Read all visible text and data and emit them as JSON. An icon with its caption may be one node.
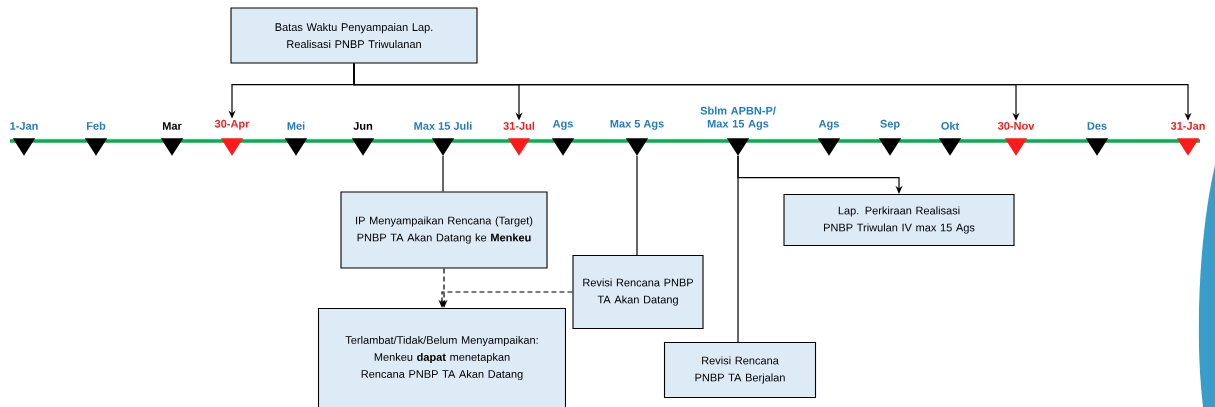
{
  "diagram": {
    "nodes": [
      {
        "text": [
          "Batas Waktu Penyampaian Lap. Realisasi PNBP Triwulanan"
        ]
      },
      {
        "text": [
          "1-Jan"
        ]
      },
      {
        "text": [
          "Feb"
        ]
      },
      {
        "text": [
          "Mar"
        ]
      },
      {
        "text": [
          "30-Apr"
        ]
      },
      {
        "text": [
          "Mei"
        ]
      },
      {
        "text": [
          "Jun"
        ]
      },
      {
        "text": [
          "Max 15 Juli"
        ]
      },
      {
        "text": [
          "31-Jul"
        ]
      },
      {
        "text": [
          "Ags"
        ]
      },
      {
        "text": [
          "Max 5 Ags"
        ]
      },
      {
        "text": [
          "Sblm APBN-P/ Max 15 Ags"
        ]
      },
      {
        "text": [
          "Ags"
        ]
      },
      {
        "text": [
          "Sep"
        ]
      },
      {
        "text": [
          "Okt"
        ]
      },
      {
        "text": [
          "30-Nov"
        ]
      },
      {
        "text": [
          "Des"
        ]
      },
      {
        "text": [
          "31-Jan"
        ]
      },
      {
        "text": [
          "IP Menyampaikan Rencana (Target) PNBP TA Akan Datang ke **Menkeu**"
        ]
      },
      {
        "text": [
          "Revisi Rencana PNBP TA Akan Datang"
        ]
      },
      {
        "text": [
          "Terlambat/Tidak/Belum Menyampaikan: Menkeu **dapat** menetapkan Rencana PNBP TA Akan Datang"
        ]
      },
      {
        "text": [
          "Lap. Perkiraan Realisasi PNBP Triwulan IV max 15 Ags"
        ]
      },
      {
        "text": [
          "Revisi Rencana PNBP TA Berjalan"
        ]
      }
    ],
    "edges": [
      {
        "from": 0,
        "to": 4,
        "arrow": "to"
      },
      {
        "from": 0,
        "to": 8,
        "arrow": "to"
      },
      {
        "from": 0,
        "to": 15,
        "arrow": "to"
      },
      {
        "from": 0,
        "to": 17,
        "arrow": "to"
      },
      {
        "from": 7,
        "to": 18,
        "arrow": "none"
      },
      {
        "from": 10,
        "to": 19,
        "arrow": "none"
      },
      {
        "from": 11,
        "to": 21,
        "arrow": "to"
      },
      {
        "from": 11,
        "to": 22,
        "arrow": "none"
      },
      {
        "from": 18,
        "to": 20,
        "arrow": "to",
        "style": "dashed"
      },
      {
        "from": 19,
        "to": 20,
        "arrow": "to",
        "style": "dashed"
      }
    ]
  }
}
